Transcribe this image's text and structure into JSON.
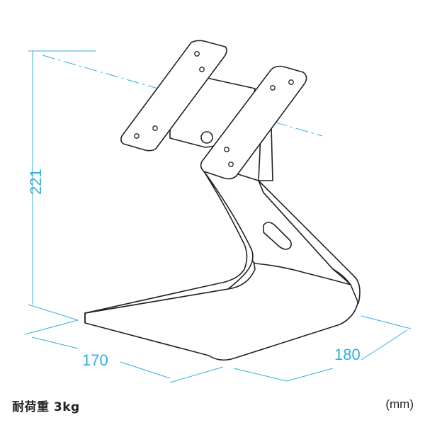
{
  "diagram": {
    "dimensions": {
      "height": "221",
      "width": "170",
      "depth": "180"
    },
    "colors": {
      "dimension_line": "#33aee0",
      "outline": "#222222",
      "fill": "#ffffff"
    }
  },
  "footer": {
    "load_capacity": "耐荷重 3kg",
    "unit": "(mm)"
  }
}
